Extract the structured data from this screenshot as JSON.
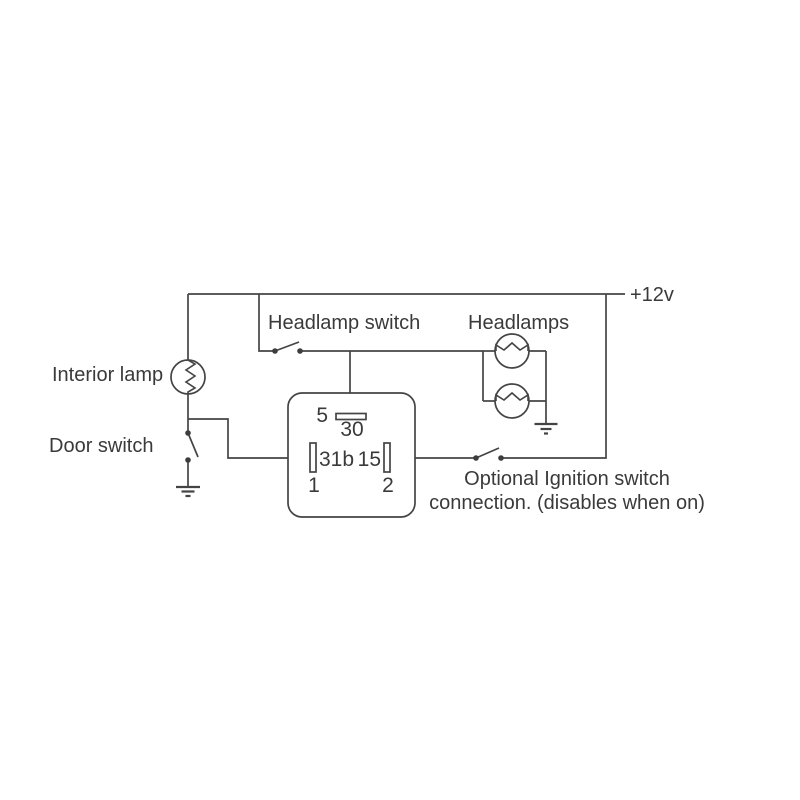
{
  "diagram": {
    "background_color": "#ffffff",
    "line_color": "#444444",
    "text_color": "#3a3a3a",
    "labels": {
      "supply": "+12v",
      "headlamp_switch": "Headlamp switch",
      "headlamps": "Headlamps",
      "interior_lamp": "Interior lamp",
      "door_switch": "Door switch",
      "ignition_note_line1": "Optional Ignition switch",
      "ignition_note_line2": "connection. (disables when on)"
    },
    "relay_terminals": {
      "terminal_5": "5",
      "terminal_30": "30",
      "terminal_31b": "31b",
      "pin_1": "1",
      "terminal_15": "15",
      "pin_2": "2"
    }
  }
}
